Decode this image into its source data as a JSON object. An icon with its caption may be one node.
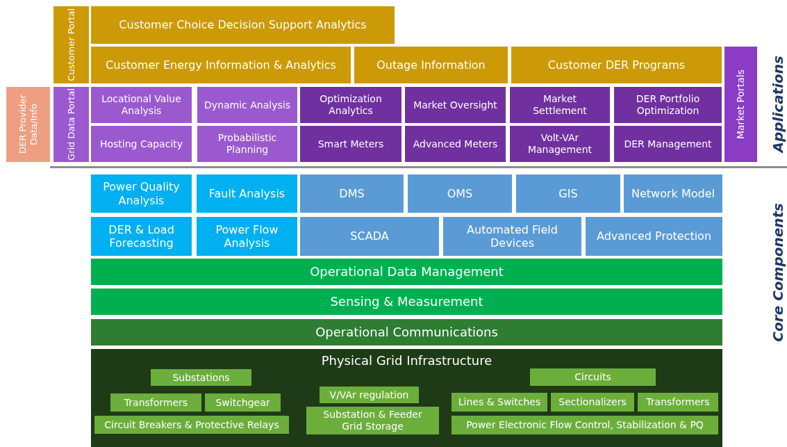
{
  "diagram": {
    "nodes": [
      {
        "text": [
          "Customer Portal"
        ]
      },
      {
        "text": [
          "Customer Choice Decision Support Analytics"
        ]
      },
      {
        "text": [
          "Customer Energy Information & Analytics"
        ]
      },
      {
        "text": [
          "Outage Information"
        ]
      },
      {
        "text": [
          "Customer DER Programs"
        ]
      },
      {
        "text": [
          "Market Portals"
        ]
      },
      {
        "text": [
          "DER Provider Data/Info"
        ]
      },
      {
        "text": [
          "Grid Data Portal"
        ]
      },
      {
        "text": [
          "Locational Value Analysis"
        ]
      },
      {
        "text": [
          "Dynamic Analysis"
        ]
      },
      {
        "text": [
          "Optimization Analytics"
        ]
      },
      {
        "text": [
          "Market Oversight"
        ]
      },
      {
        "text": [
          "Market Settlement"
        ]
      },
      {
        "text": [
          "DER Portfolio Optimization"
        ]
      },
      {
        "text": [
          "Hosting Capacity"
        ]
      },
      {
        "text": [
          "Probabilistic Planning"
        ]
      },
      {
        "text": [
          "Smart Meters"
        ]
      },
      {
        "text": [
          "Advanced Meters"
        ]
      },
      {
        "text": [
          "Volt-VAr Management"
        ]
      },
      {
        "text": [
          "DER Management"
        ]
      },
      {
        "text": [
          "Power Quality Analysis"
        ]
      },
      {
        "text": [
          "Fault Analysis"
        ]
      },
      {
        "text": [
          "DMS"
        ]
      },
      {
        "text": [
          "OMS"
        ]
      },
      {
        "text": [
          "GIS"
        ]
      },
      {
        "text": [
          "Network Model"
        ]
      },
      {
        "text": [
          "DER & Load Forecasting"
        ]
      },
      {
        "text": [
          "Power Flow Analysis"
        ]
      },
      {
        "text": [
          "SCADA"
        ]
      },
      {
        "text": [
          "Automated Field Devices"
        ]
      },
      {
        "text": [
          "Advanced Protection"
        ]
      },
      {
        "text": [
          "Operational Data Management"
        ]
      },
      {
        "text": [
          "Sensing & Measurement"
        ]
      },
      {
        "text": [
          "Operational Communications"
        ]
      },
      {
        "text": [
          "Physical Grid Infrastructure"
        ]
      },
      {
        "text": [
          "Substations"
        ],
        "in": 34
      },
      {
        "text": [
          "Transformers"
        ],
        "in": 34
      },
      {
        "text": [
          "Switchgear"
        ],
        "in": 34
      },
      {
        "text": [
          "Circuit Breakers & Protective Relays"
        ],
        "in": 34
      },
      {
        "text": [
          "V/VAr regulation"
        ],
        "in": 34
      },
      {
        "text": [
          "Substation & Feeder Grid Storage"
        ],
        "in": 34
      },
      {
        "text": [
          "Circuits"
        ],
        "in": 34
      },
      {
        "text": [
          "Lines & Switches"
        ],
        "in": 34
      },
      {
        "text": [
          "Sectionalizers"
        ],
        "in": 34
      },
      {
        "text": [
          "Transformers"
        ],
        "in": 34
      },
      {
        "text": [
          "Power Electronic Flow Control, Stabilization & PQ"
        ],
        "in": 34
      }
    ],
    "labels": [
      "Applications",
      "Core Components"
    ]
  }
}
